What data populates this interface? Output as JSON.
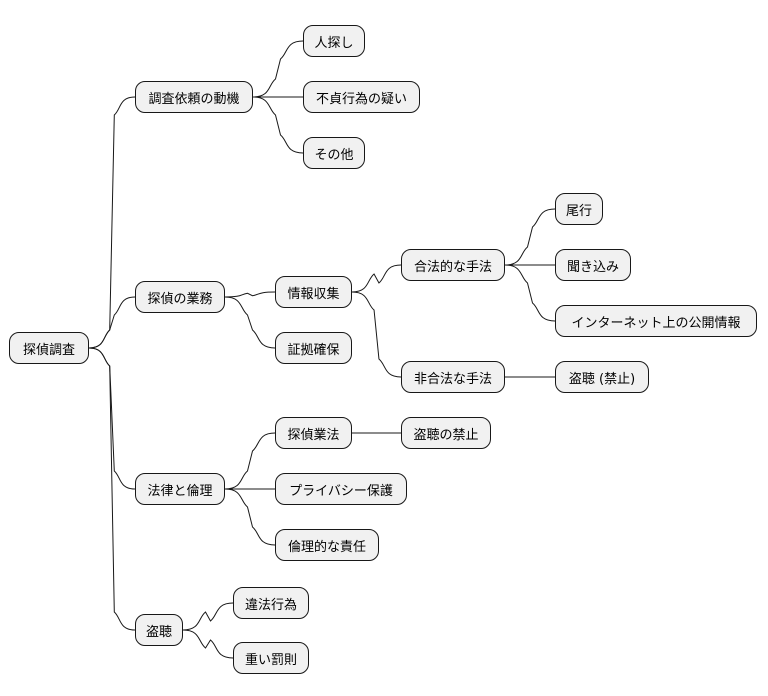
{
  "mindmap": {
    "root": "探偵調査",
    "branches": {
      "motive": {
        "label": "調査依頼の動機",
        "children": {
          "a": "人探し",
          "b": "不貞行為の疑い",
          "c": "その他"
        }
      },
      "work": {
        "label": "探偵の業務",
        "info": {
          "label": "情報収集",
          "legal": {
            "label": "合法的な手法",
            "children": {
              "a": "尾行",
              "b": "聞き込み",
              "c": "インターネット上の公開情報"
            }
          },
          "illegal": {
            "label": "非合法な手法",
            "children": {
              "a": "盗聴 (禁止)"
            }
          }
        },
        "evidence": "証拠確保"
      },
      "law": {
        "label": "法律と倫理",
        "act": {
          "label": "探偵業法",
          "children": {
            "a": "盗聴の禁止"
          }
        },
        "privacy": "プライバシー保護",
        "ethics": "倫理的な責任"
      },
      "wiretap": {
        "label": "盗聴",
        "children": {
          "a": "違法行為",
          "b": "重い罰則"
        }
      }
    }
  },
  "colors": {
    "node_fill": "#f1f1f1",
    "node_border": "#181818",
    "edge": "#181818"
  }
}
